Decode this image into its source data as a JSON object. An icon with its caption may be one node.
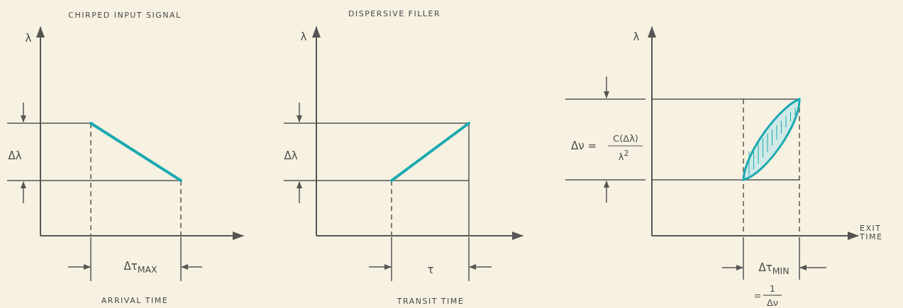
{
  "diagram": {
    "labels": [
      "CHIRPED INPUT SIGNAL",
      "DISPERSIVE FILLER",
      "λ",
      "λ",
      "λ",
      "Δλ",
      "Δλ",
      "Δν =",
      "C(Δλ)",
      "λ$^{2}$",
      "EXIT TIME",
      "Δτ$_{MAX}$",
      "τ",
      "Δτ$_{MIN}$",
      "ARRIVAL TIME",
      "TRANSIT TIME",
      "=",
      "1",
      "Δν"
    ]
  }
}
